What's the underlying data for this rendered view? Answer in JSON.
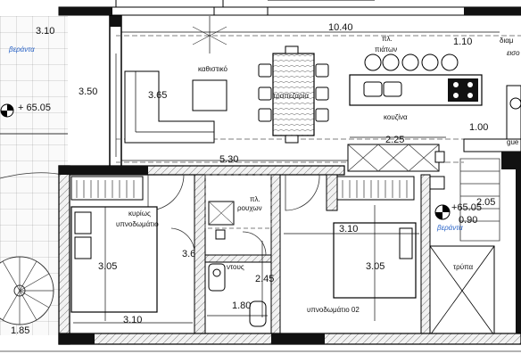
{
  "rooms": {
    "living": "καθιστικό",
    "dining": "τραπεζαρία",
    "plates": [
      "πλ.",
      "πιάτων"
    ],
    "kitchen": "κουζίνα",
    "master_bedroom": [
      "κυρίως",
      "υπνοδωμάτιο"
    ],
    "wardrobe": [
      "πλ.",
      "ρουχων"
    ],
    "shower": "ντους",
    "bedroom2": "υπνοδωμάτιο 02",
    "veranda": "βεράντα",
    "opening": "τρύπα",
    "apartment": "διαμ",
    "entrance": "εισο",
    "guest": "gue"
  },
  "dimensions": {
    "d_3_10_top": "3.10",
    "d_10_40": "10.40",
    "d_1_10": "1.10",
    "d_3_50": "3.50",
    "d_3_65": "3.65",
    "d_1_00": "1.00",
    "d_2_25": "2.25",
    "d_5_30": "5.30",
    "d_3_05_left": "3.05",
    "d_3_6": "3.6",
    "d_2_45": "2.45",
    "d_1_80": "1.80",
    "d_3_10_bottom": "3.10",
    "d_3_10_right": "3.10",
    "d_3_05_right": "3.05",
    "d_1_85": "1.85",
    "d_0_90": "0.90",
    "d_2_05": "2.05"
  },
  "levels": {
    "left": "+ 65.05",
    "right": "+65.05"
  }
}
